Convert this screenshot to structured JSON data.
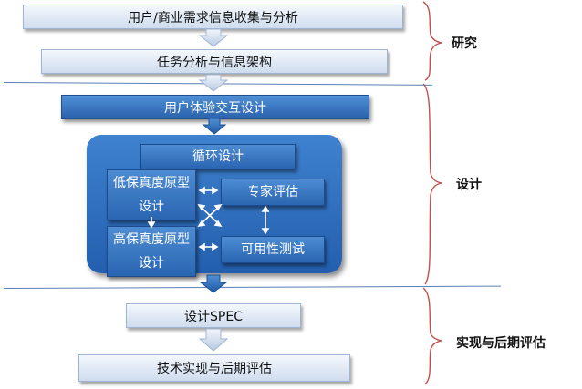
{
  "phases": {
    "research": "研究",
    "design": "设计",
    "implementation": "实现与后期评估"
  },
  "steps": {
    "user_business_research": "用户/商业需求信息收集与分析",
    "task_analysis": "任务分析与信息架构",
    "ux_design": "用户体验交互设计",
    "iterative_design": "循环设计",
    "low_fidelity_prototype": "低保真度原型设计",
    "expert_review": "专家评估",
    "high_fidelity_prototype": "高保真度原型设计",
    "usability_test": "可用性测试",
    "design_spec": "设计SPEC",
    "implementation_review": "技术实现与后期评估"
  },
  "colors": {
    "light_box_top": "#f4f8fc",
    "light_box_bottom": "#cfdcee",
    "dark_box_top": "#4f8fd4",
    "dark_box_bottom": "#2a62ae",
    "bracket": "#c0504d",
    "divider": "#5a7fb5"
  }
}
